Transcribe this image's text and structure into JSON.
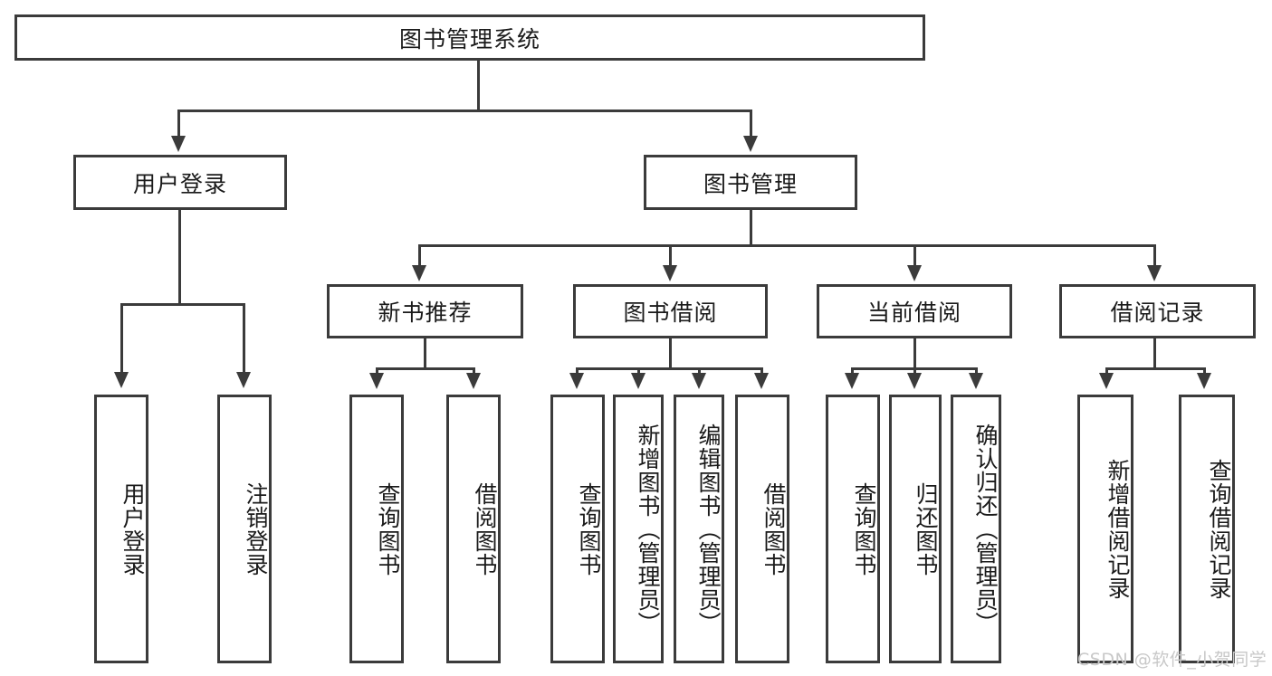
{
  "diagram": {
    "type": "tree-hierarchy-chart",
    "title": "图书管理系统",
    "line_color": "#3b3b3b",
    "box_fill": "#ffffff",
    "text_color": "#1a1a1a",
    "root": {
      "label": "图书管理系统",
      "orientation": "horizontal"
    },
    "level2": [
      {
        "label": "用户登录",
        "orientation": "horizontal"
      },
      {
        "label": "图书管理",
        "orientation": "horizontal"
      }
    ],
    "level3": [
      {
        "label": "新书推荐",
        "orientation": "horizontal"
      },
      {
        "label": "图书借阅",
        "orientation": "horizontal"
      },
      {
        "label": "当前借阅",
        "orientation": "horizontal"
      },
      {
        "label": "借阅记录",
        "orientation": "horizontal"
      }
    ],
    "leaves": {
      "user_login": [
        {
          "label": "用户登录",
          "orientation": "vertical"
        },
        {
          "label": "注销登录",
          "orientation": "vertical"
        }
      ],
      "new_book_recommend": [
        {
          "label": "查询图书",
          "orientation": "vertical"
        },
        {
          "label": "借阅图书",
          "orientation": "vertical"
        }
      ],
      "book_borrow": [
        {
          "label": "查询图书",
          "orientation": "vertical"
        },
        {
          "label": "新增图书（管理员）",
          "orientation": "vertical"
        },
        {
          "label": "编辑图书（管理员）",
          "orientation": "vertical"
        },
        {
          "label": "借阅图书",
          "orientation": "vertical"
        }
      ],
      "current_borrow": [
        {
          "label": "查询图书",
          "orientation": "vertical"
        },
        {
          "label": "归还图书",
          "orientation": "vertical"
        },
        {
          "label": "确认归还（管理员）",
          "orientation": "vertical"
        }
      ],
      "borrow_record": [
        {
          "label": "新增借阅记录",
          "orientation": "vertical"
        },
        {
          "label": "查询借阅记录",
          "orientation": "vertical"
        }
      ]
    }
  },
  "watermark": {
    "text": "CSDN @软件_小贺同学"
  }
}
